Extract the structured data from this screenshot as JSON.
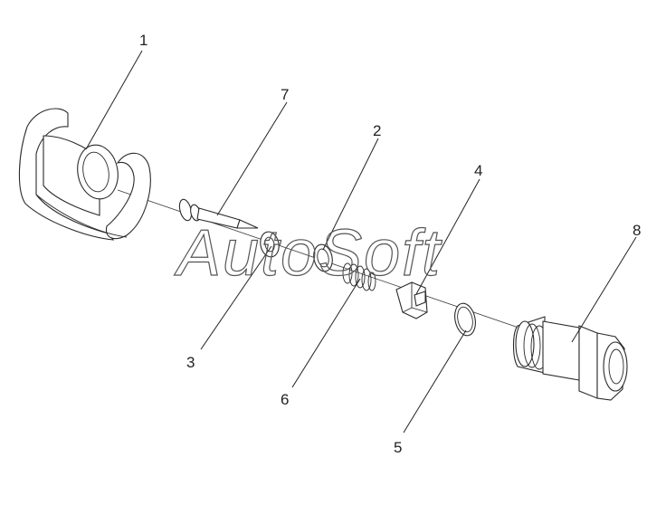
{
  "watermark": "AutoSoft",
  "callouts": [
    {
      "id": "c1",
      "label": "1"
    },
    {
      "id": "c2",
      "label": "2"
    },
    {
      "id": "c3",
      "label": "3"
    },
    {
      "id": "c4",
      "label": "4"
    },
    {
      "id": "c5",
      "label": "5"
    },
    {
      "id": "c6",
      "label": "6"
    },
    {
      "id": "c7",
      "label": "7"
    },
    {
      "id": "c8",
      "label": "8"
    }
  ],
  "colors": {
    "line": "#2a2a2a",
    "watermark": "#555555",
    "background": "#ffffff"
  }
}
